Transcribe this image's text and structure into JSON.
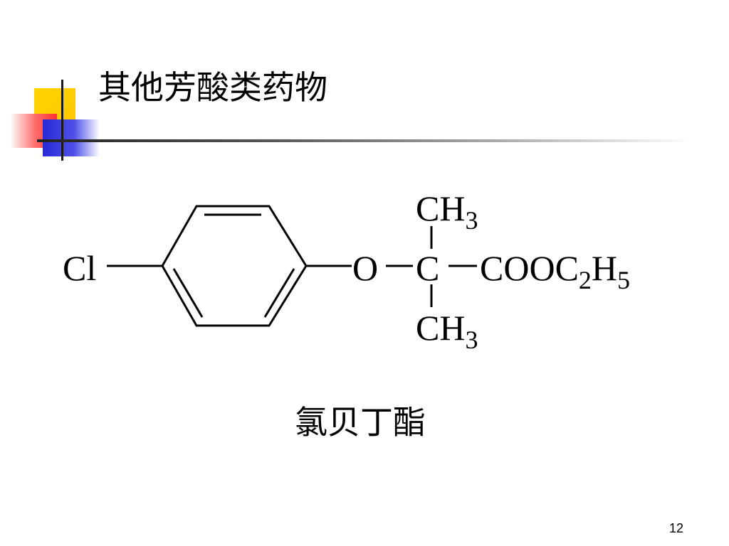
{
  "slide": {
    "title": "其他芳酸类药物",
    "page_number": "12"
  },
  "structure": {
    "chlorine": "Cl",
    "oxygen": "O",
    "carbon": "C",
    "methyl_top": {
      "base": "CH",
      "sub": "3"
    },
    "methyl_bottom": {
      "base": "CH",
      "sub": "3"
    },
    "ester": {
      "part1": "COOC",
      "sub1": "2",
      "part2": "H",
      "sub2": "5"
    }
  },
  "caption": {
    "compound_name": "氯贝丁酯"
  },
  "colors": {
    "accent_yellow": "#ffd400",
    "accent_red": "#ff3030",
    "accent_blue": "#2a2ad6",
    "text": "#000000"
  }
}
